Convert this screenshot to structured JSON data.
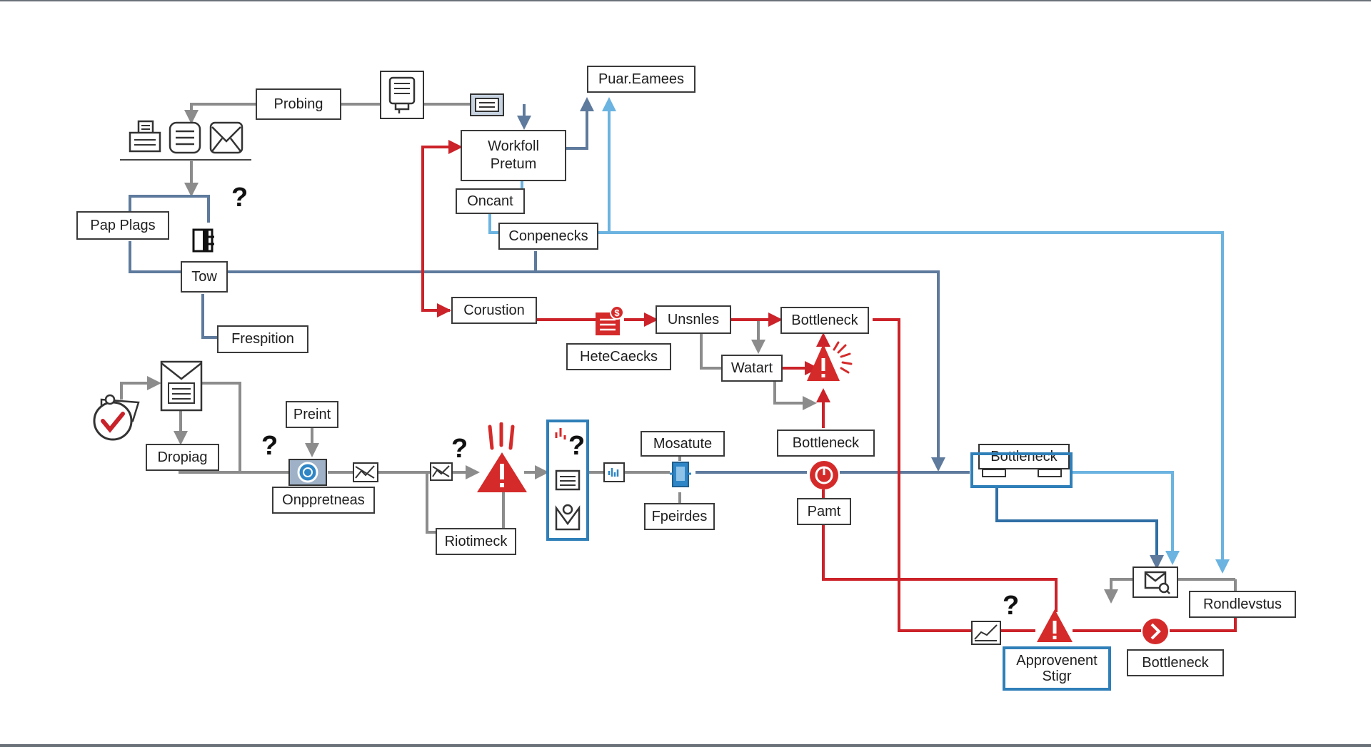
{
  "diagram": {
    "nodes": {
      "probing": "Probing",
      "puar_eamees": "Puar.Eamees",
      "workfoll_pretum": "Workfoll Pretum",
      "oncant": "Oncant",
      "conpenecks": "Conpenecks",
      "pap_plags": "Pap Plags",
      "tow": "Tow",
      "frespition": "Frespition",
      "corustion": "Corustion",
      "unsnles": "Unsnles",
      "bottleneck_top": "Bottleneck",
      "hetecaecks": "HeteCaecks",
      "watart": "Watart",
      "preint": "Preint",
      "dropiag": "Dropiag",
      "onppretneas": "Onppretneas",
      "riotimeck": "Riotimeck",
      "mosatute": "Mosatute",
      "fpeirdes": "Fpeirdes",
      "bottleneck_mid": "Bottleneck",
      "pamt": "Pamt",
      "bottleneck_right": "Bottleneck",
      "rondlevstus": "Rondlevstus",
      "approvenent_stigr": "Approvenent Stigr",
      "bottleneck_bottom": "Bottleneck"
    },
    "annotations": {
      "question_mark": "?"
    },
    "colors": {
      "gray_flow": "#8c8c8c",
      "steel_flow": "#5e7a9c",
      "red_flow": "#cc2229",
      "light_blue_flow": "#6bb3e0",
      "dark_blue_flow": "#2f6fa5",
      "node_border": "#3a3a3a",
      "highlight_border": "#2f7fb8",
      "alert": "#d52a2a"
    },
    "icons": [
      "fax-icon",
      "document-list-icon",
      "envelope-icon",
      "clipboard-icon",
      "monitor-icon",
      "notebook-icon",
      "checkmark-seal-icon",
      "mail-document-icon",
      "camera-icon",
      "chart-icon",
      "warning-icon",
      "alert-burst-icon",
      "document-icon",
      "mail-person-icon",
      "bar-chart-icon",
      "server-icon",
      "ticket-icon",
      "gauge-icon",
      "line-chart-icon",
      "mail-search-icon",
      "arrow-circle-icon"
    ]
  }
}
